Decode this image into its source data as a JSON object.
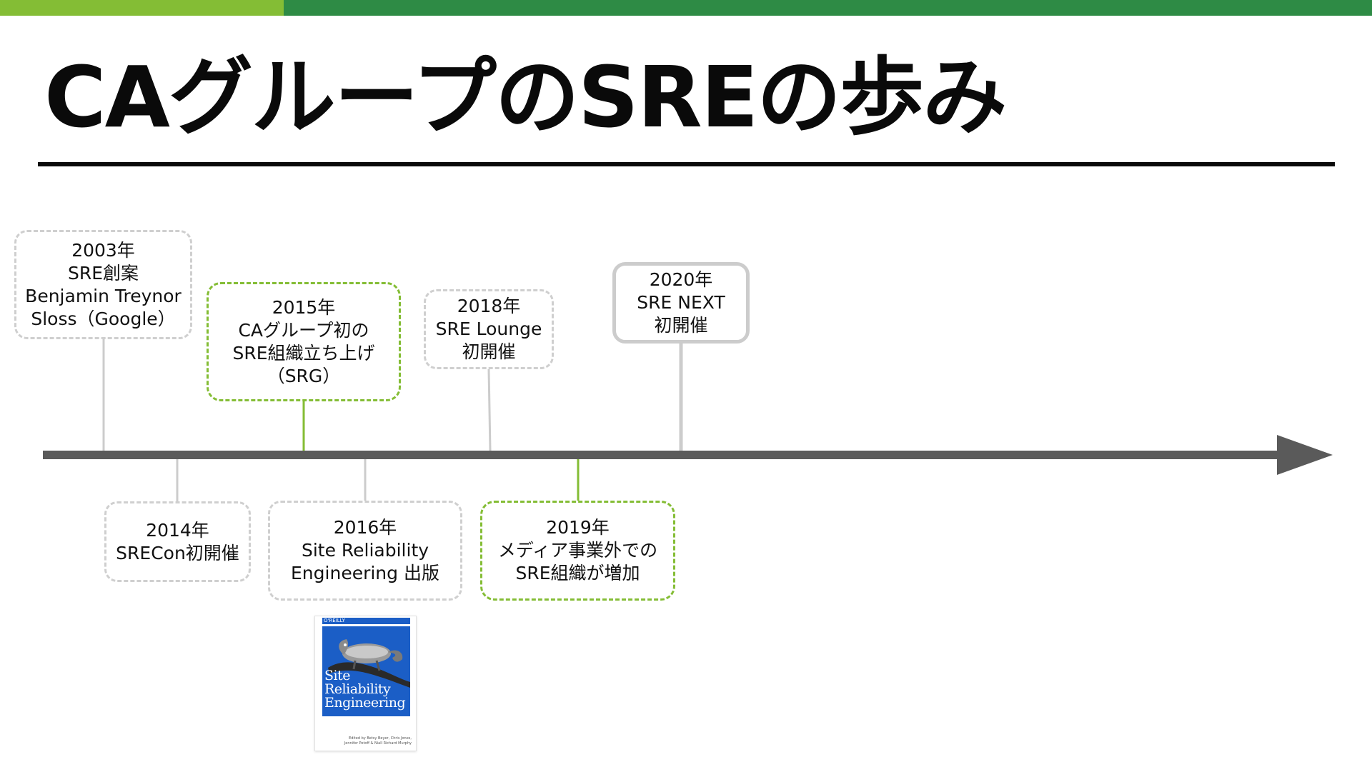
{
  "title": "CAグループのSREの歩み",
  "colors": {
    "accent_light_green": "#84bd35",
    "accent_dark_green": "#2e8b45",
    "timeline_axis": "#5a5a5a",
    "connector_gray": "#cccccc",
    "connector_green": "#84bd35"
  },
  "events": [
    {
      "style": "dashed-gray",
      "position": "above",
      "lines": [
        "2003年",
        "SRE創案",
        "Benjamin Treynor",
        "Sloss（Google）"
      ]
    },
    {
      "style": "dashed-gray",
      "position": "below",
      "lines": [
        "2014年",
        "SRECon初開催"
      ]
    },
    {
      "style": "dashed-green",
      "position": "above",
      "lines": [
        "2015年",
        "CAグループ初の",
        "SRE組織立ち上げ",
        "（SRG）"
      ]
    },
    {
      "style": "dashed-gray",
      "position": "below",
      "lines": [
        "2016年",
        "Site Reliability",
        "Engineering 出版"
      ]
    },
    {
      "style": "dashed-gray",
      "position": "above",
      "lines": [
        "2018年",
        "SRE Lounge",
        "初開催"
      ]
    },
    {
      "style": "dashed-green",
      "position": "below",
      "lines": [
        "2019年",
        "メディア事業外での",
        "SRE組織が増加"
      ]
    },
    {
      "style": "solid-gray",
      "position": "above",
      "lines": [
        "2020年",
        "SRE NEXT",
        "初開催"
      ]
    }
  ],
  "book": {
    "publisher": "O'REILLY",
    "title_lines": [
      "Site",
      "Reliability",
      "Engineering"
    ],
    "editor_lines": [
      "Edited by Betsy Beyer, Chris Jones,",
      "Jennifer Petoff & Niall Richard Murphy"
    ],
    "cover_color": "#1b5ec6",
    "icon": "chameleon-illustration"
  }
}
